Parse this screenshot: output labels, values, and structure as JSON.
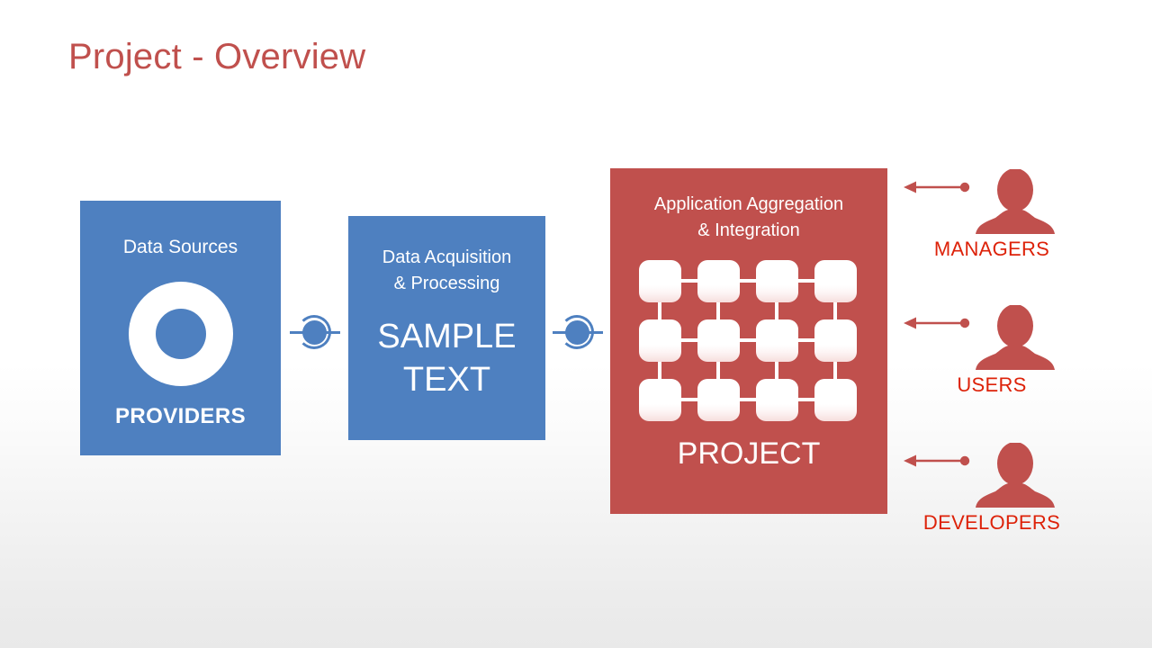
{
  "slide": {
    "title": "Project - Overview",
    "colors": {
      "title_red": "#c0504d",
      "box_blue": "#4e80c0",
      "box_red": "#c0504d",
      "label_red": "#dd2209",
      "icon_red": "#c0504d",
      "node_white": "#ffffff",
      "background": "#ffffff"
    }
  },
  "stages": [
    {
      "id": "data-sources",
      "caption": "Data Sources",
      "icon": "donut-icon",
      "footer": "PROVIDERS",
      "color": "#4e80c0"
    },
    {
      "id": "data-acquisition",
      "caption_line1": "Data Acquisition",
      "caption_line2": "& Processing",
      "bigtext_line1": "SAMPLE",
      "bigtext_line2": "TEXT",
      "color": "#4e80c0"
    },
    {
      "id": "application-aggregation",
      "caption_line1": "Application Aggregation",
      "caption_line2": "& Integration",
      "icon": "node-grid-icon",
      "grid": {
        "columns": 4,
        "rows": 3,
        "nodes": 12
      },
      "bigtext": "PROJECT",
      "color": "#c0504d"
    }
  ],
  "connectors": [
    {
      "id": "connector-1",
      "from": "data-sources",
      "to": "data-acquisition",
      "icon": "circle-arc-connector-icon"
    },
    {
      "id": "connector-2",
      "from": "data-acquisition",
      "to": "application-aggregation",
      "icon": "circle-arc-connector-icon"
    }
  ],
  "actors": [
    {
      "id": "managers",
      "label": "MANAGERS",
      "icon": "person-icon",
      "arrow": "arrow-left-icon"
    },
    {
      "id": "users",
      "label": "USERS",
      "icon": "person-icon",
      "arrow": "arrow-left-icon"
    },
    {
      "id": "developers",
      "label": "DEVELOPERS",
      "icon": "person-icon",
      "arrow": "arrow-left-icon"
    }
  ]
}
